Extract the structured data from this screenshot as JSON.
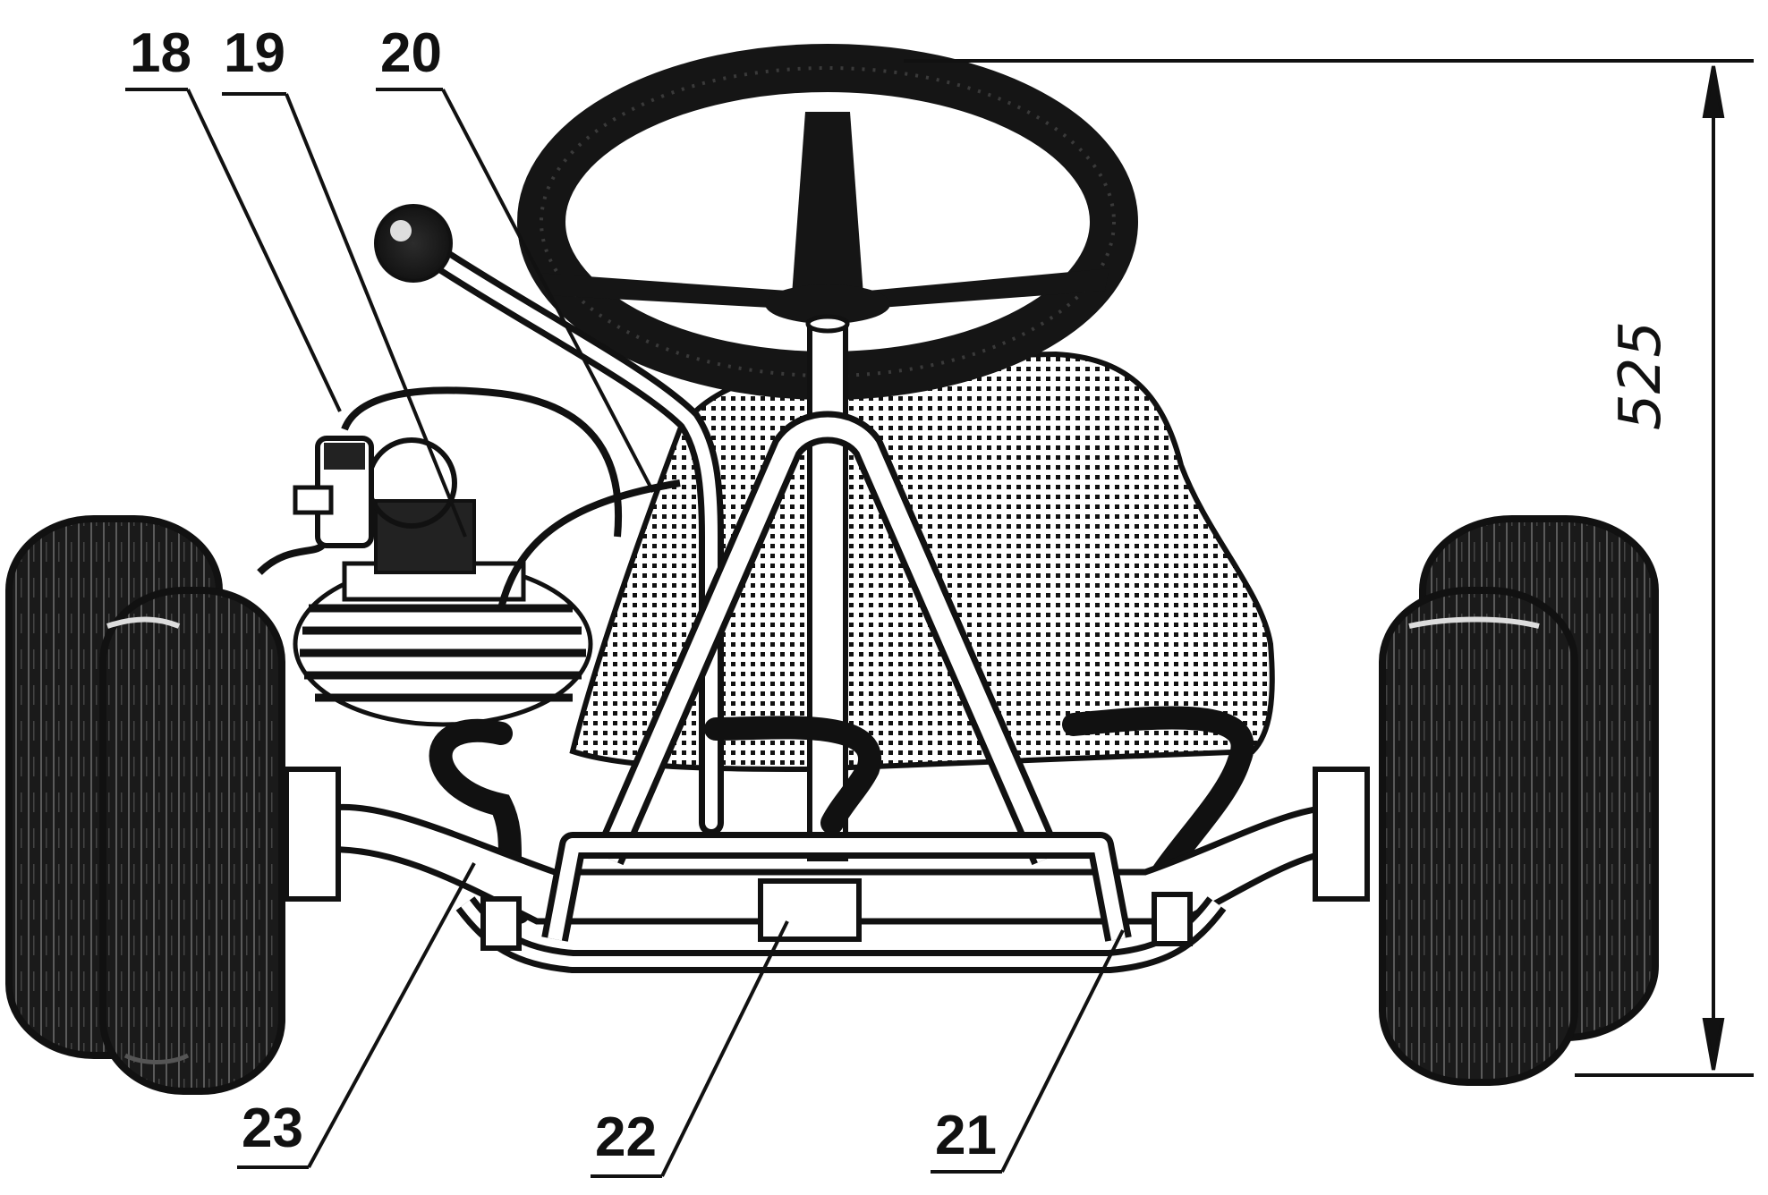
{
  "figure": {
    "callouts": {
      "c18": "18",
      "c19": "19",
      "c20": "20",
      "c21": "21",
      "c22": "22",
      "c23": "23"
    },
    "dimension": "525"
  },
  "colors": {
    "ink": "#111111",
    "paper": "#ffffff"
  }
}
